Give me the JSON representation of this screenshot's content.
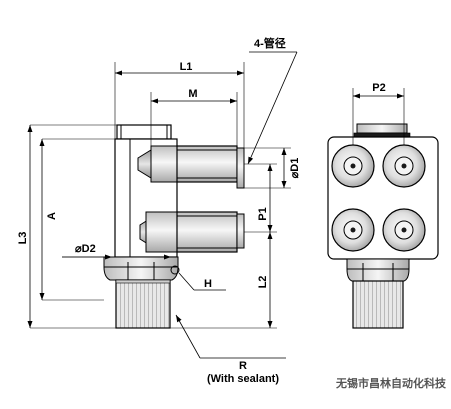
{
  "labels": {
    "tube_count": "4-管径",
    "L1": "L1",
    "M": "M",
    "P2": "P2",
    "L3": "L3",
    "A": "A",
    "D1": "⌀D1",
    "P1": "P1",
    "D2": "⌀D2",
    "H": "H",
    "L2": "L2",
    "R": "R",
    "with_sealant": "(With sealant)"
  },
  "credit": "无锡市昌林自动化科技"
}
